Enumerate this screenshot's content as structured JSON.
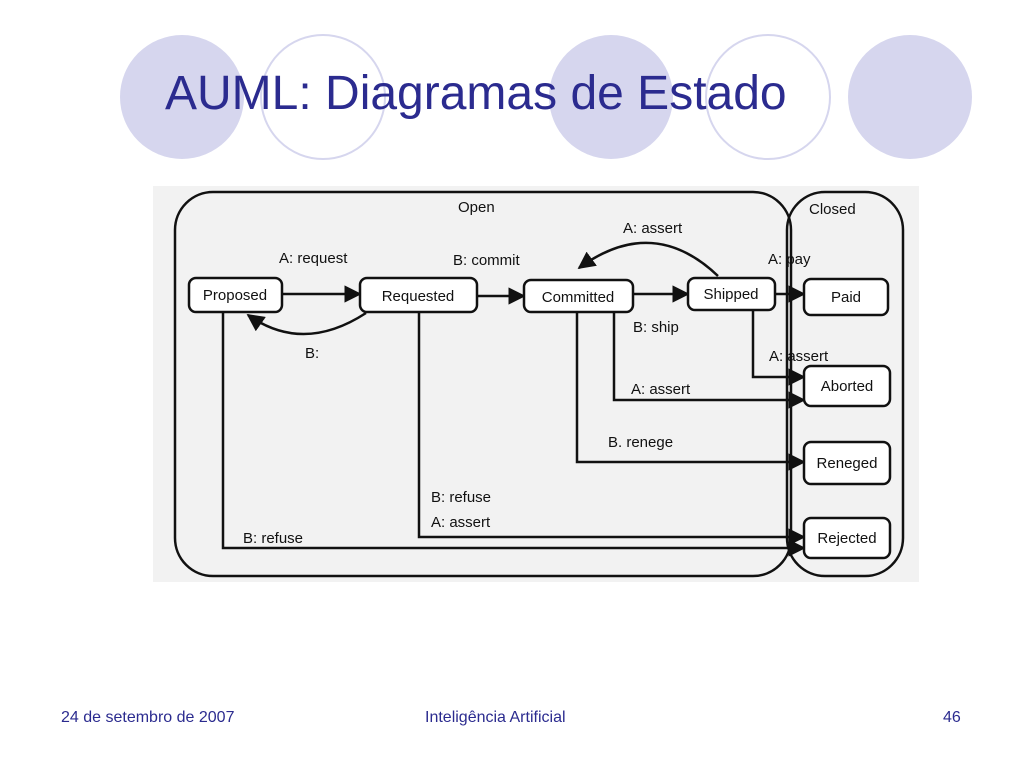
{
  "slide": {
    "title": "AUML: Diagramas de Estado",
    "footer": {
      "date": "24 de setembro de 2007",
      "course": "Inteligência Artificial",
      "page": "46"
    }
  },
  "diagram": {
    "regions": {
      "open": "Open",
      "closed": "Closed"
    },
    "states": {
      "proposed": "Proposed",
      "requested": "Requested",
      "committed": "Committed",
      "shipped": "Shipped",
      "paid": "Paid",
      "aborted": "Aborted",
      "reneged": "Reneged",
      "rejected": "Rejected"
    },
    "transitions": {
      "proposed_requested": "A: request",
      "requested_proposed": "B:",
      "requested_committed": "B: commit",
      "shipped_committed": "A: assert",
      "committed_shipped": "B: ship",
      "shipped_paid": "A: pay",
      "shipped_aborted": "A: assert",
      "committed_aborted": "A: assert",
      "committed_reneged": "B. renege",
      "requested_rejected_1": "B: refuse",
      "requested_rejected_2": "A: assert",
      "proposed_rejected": "B: refuse"
    }
  },
  "colors": {
    "title": "#2b2b8f",
    "decor_circle": "#d6d6ee"
  }
}
